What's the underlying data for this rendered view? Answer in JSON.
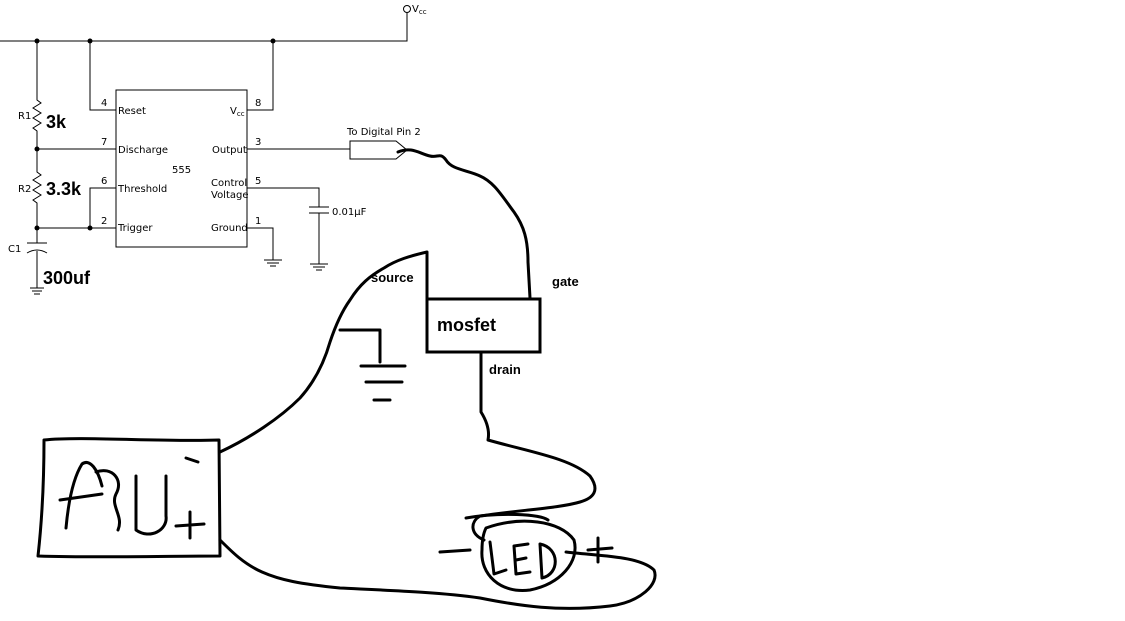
{
  "circuit": {
    "vcc_label": "V",
    "vcc_sub": "cc",
    "ic_label": "555",
    "pins": {
      "reset": {
        "number": "4",
        "label": "Reset"
      },
      "discharge": {
        "number": "7",
        "label": "Discharge"
      },
      "threshold": {
        "number": "6",
        "label": "Threshold"
      },
      "trigger": {
        "number": "2",
        "label": "Trigger"
      },
      "vcc": {
        "number": "8",
        "label": "V",
        "sub": "cc"
      },
      "output": {
        "number": "3",
        "label": "Output"
      },
      "control": {
        "number": "5",
        "label1": "Control",
        "label2": "Voltage"
      },
      "ground": {
        "number": "1",
        "label": "Ground"
      }
    },
    "components": {
      "r1": {
        "name": "R1",
        "value": "3k"
      },
      "r2": {
        "name": "R2",
        "value": "3.3k"
      },
      "c1": {
        "name": "C1",
        "value": "300uf"
      },
      "cap_control": {
        "value": "0.01µF"
      }
    },
    "digital_pin_label": "To Digital Pin 2"
  },
  "sketch": {
    "mosfet_label": "mosfet",
    "source_label": "source",
    "gate_label": "gate",
    "drain_label": "drain"
  }
}
